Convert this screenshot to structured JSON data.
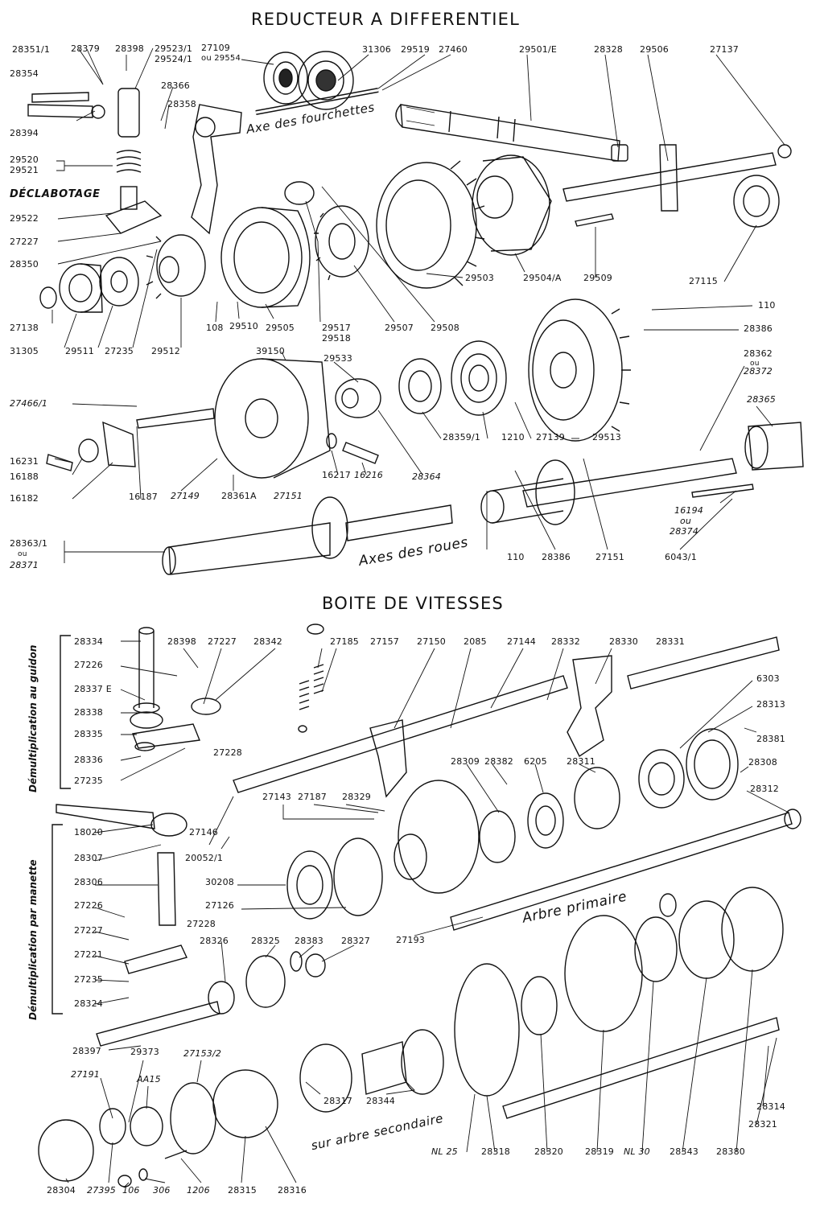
{
  "titles": {
    "differential": "REDUCTEUR A DIFFERENTIEL",
    "gearbox": "BOITE DE VITESSES"
  },
  "captions": {
    "fork_axis": "Axe des fourchettes",
    "declabotage": "DÉCLABOTAGE",
    "wheel_axes": "Axes des roues",
    "primary_shaft": "Arbre primaire",
    "secondary_shaft": "sur arbre secondaire",
    "handlebar_reduction": "Démultiplication au guidon",
    "lever_reduction": "Démultiplication par manette"
  },
  "labels": [
    {
      "id": "l1",
      "text": "28351/1"
    },
    {
      "id": "l2",
      "text": "28379"
    },
    {
      "id": "l3",
      "text": "28398"
    },
    {
      "id": "l4",
      "text": "29523/1"
    },
    {
      "id": "l5",
      "text": "29524/1"
    },
    {
      "id": "l6",
      "text": "27109"
    },
    {
      "id": "l7",
      "text": "ou 29554"
    },
    {
      "id": "l8",
      "text": "31306"
    },
    {
      "id": "l9",
      "text": "29519"
    },
    {
      "id": "l10",
      "text": "27460"
    },
    {
      "id": "l11",
      "text": "29501/E"
    },
    {
      "id": "l12",
      "text": "28328"
    },
    {
      "id": "l13",
      "text": "29506"
    },
    {
      "id": "l14",
      "text": "27137"
    },
    {
      "id": "l15",
      "text": "28354"
    },
    {
      "id": "l16",
      "text": "28366"
    },
    {
      "id": "l17",
      "text": "28358"
    },
    {
      "id": "l18",
      "text": "28394"
    },
    {
      "id": "l19",
      "text": "29520"
    },
    {
      "id": "l20",
      "text": "29521"
    },
    {
      "id": "l21",
      "text": "29522"
    },
    {
      "id": "l22",
      "text": "27227"
    },
    {
      "id": "l23",
      "text": "28350"
    },
    {
      "id": "l24",
      "text": "29503"
    },
    {
      "id": "l25",
      "text": "29504/A"
    },
    {
      "id": "l26",
      "text": "29509"
    },
    {
      "id": "l27",
      "text": "27115"
    },
    {
      "id": "l28",
      "text": "27138"
    },
    {
      "id": "l29",
      "text": "108"
    },
    {
      "id": "l30",
      "text": "29510"
    },
    {
      "id": "l31",
      "text": "29505"
    },
    {
      "id": "l32",
      "text": "29507"
    },
    {
      "id": "l33",
      "text": "29508"
    },
    {
      "id": "l34",
      "text": "110"
    },
    {
      "id": "l35",
      "text": "28386"
    },
    {
      "id": "l36",
      "text": "31305"
    },
    {
      "id": "l37",
      "text": "29511"
    },
    {
      "id": "l38",
      "text": "27235"
    },
    {
      "id": "l39",
      "text": "29512"
    },
    {
      "id": "l40",
      "text": "29517"
    },
    {
      "id": "l41",
      "text": "29518"
    },
    {
      "id": "l42",
      "text": "39150"
    },
    {
      "id": "l43",
      "text": "29533"
    },
    {
      "id": "l44",
      "text": "28362"
    },
    {
      "id": "l45",
      "text": "ou"
    },
    {
      "id": "l46",
      "text": "28372"
    },
    {
      "id": "l47",
      "text": "27466/1"
    },
    {
      "id": "l48",
      "text": "28365"
    },
    {
      "id": "l49",
      "text": "28359/1"
    },
    {
      "id": "l50",
      "text": "1210"
    },
    {
      "id": "l51",
      "text": "27139"
    },
    {
      "id": "l52",
      "text": "29513"
    },
    {
      "id": "l53",
      "text": "16231"
    },
    {
      "id": "l54",
      "text": "16217"
    },
    {
      "id": "l55",
      "text": "16216"
    },
    {
      "id": "l56",
      "text": "28364"
    },
    {
      "id": "l57",
      "text": "16188"
    },
    {
      "id": "l58",
      "text": "16182"
    },
    {
      "id": "l59",
      "text": "16187"
    },
    {
      "id": "l60",
      "text": "27149"
    },
    {
      "id": "l61",
      "text": "28361A"
    },
    {
      "id": "l62",
      "text": "27151"
    },
    {
      "id": "l63",
      "text": "16194"
    },
    {
      "id": "l64",
      "text": "ou"
    },
    {
      "id": "l65",
      "text": "28374"
    },
    {
      "id": "l66",
      "text": "28363/1"
    },
    {
      "id": "l67",
      "text": "ou"
    },
    {
      "id": "l68",
      "text": "28371"
    },
    {
      "id": "l69",
      "text": "110"
    },
    {
      "id": "l70",
      "text": "28386"
    },
    {
      "id": "l71",
      "text": "27151"
    },
    {
      "id": "l72",
      "text": "6043/1"
    },
    {
      "id": "l73",
      "text": "28334"
    },
    {
      "id": "l74",
      "text": "28398"
    },
    {
      "id": "l75",
      "text": "27227"
    },
    {
      "id": "l76",
      "text": "28342"
    },
    {
      "id": "l77",
      "text": "27185"
    },
    {
      "id": "l78",
      "text": "27157"
    },
    {
      "id": "l79",
      "text": "27150"
    },
    {
      "id": "l80",
      "text": "2085"
    },
    {
      "id": "l81",
      "text": "27144"
    },
    {
      "id": "l82",
      "text": "28332"
    },
    {
      "id": "l83",
      "text": "28330"
    },
    {
      "id": "l84",
      "text": "28331"
    },
    {
      "id": "l85",
      "text": "27226"
    },
    {
      "id": "l86",
      "text": "28337 E"
    },
    {
      "id": "l87",
      "text": "6303"
    },
    {
      "id": "l88",
      "text": "28338"
    },
    {
      "id": "l89",
      "text": "28313"
    },
    {
      "id": "l90",
      "text": "28335"
    },
    {
      "id": "l91",
      "text": "28381"
    },
    {
      "id": "l92",
      "text": "28336"
    },
    {
      "id": "l93",
      "text": "27228"
    },
    {
      "id": "l94",
      "text": "28309"
    },
    {
      "id": "l95",
      "text": "28382"
    },
    {
      "id": "l96",
      "text": "6205"
    },
    {
      "id": "l97",
      "text": "28311"
    },
    {
      "id": "l98",
      "text": "28308"
    },
    {
      "id": "l99",
      "text": "27235"
    },
    {
      "id": "l100",
      "text": "27143"
    },
    {
      "id": "l101",
      "text": "27187"
    },
    {
      "id": "l102",
      "text": "28329"
    },
    {
      "id": "l103",
      "text": "28312"
    },
    {
      "id": "l104",
      "text": "18020"
    },
    {
      "id": "l105",
      "text": "27146"
    },
    {
      "id": "l106",
      "text": "28307"
    },
    {
      "id": "l107",
      "text": "20052/1"
    },
    {
      "id": "l108",
      "text": "28306"
    },
    {
      "id": "l109",
      "text": "30208"
    },
    {
      "id": "l110",
      "text": "27226"
    },
    {
      "id": "l111",
      "text": "27126"
    },
    {
      "id": "l112",
      "text": "27228"
    },
    {
      "id": "l113",
      "text": "27193"
    },
    {
      "id": "l114",
      "text": "27227"
    },
    {
      "id": "l115",
      "text": "28326"
    },
    {
      "id": "l116",
      "text": "28325"
    },
    {
      "id": "l117",
      "text": "28383"
    },
    {
      "id": "l118",
      "text": "28327"
    },
    {
      "id": "l119",
      "text": "27221"
    },
    {
      "id": "l120",
      "text": "27235"
    },
    {
      "id": "l121",
      "text": "28324"
    },
    {
      "id": "l122",
      "text": "28397"
    },
    {
      "id": "l123",
      "text": "29373"
    },
    {
      "id": "l124",
      "text": "27153/2"
    },
    {
      "id": "l125",
      "text": "27191"
    },
    {
      "id": "l126",
      "text": "AA15"
    },
    {
      "id": "l127",
      "text": "28317"
    },
    {
      "id": "l128",
      "text": "28344"
    },
    {
      "id": "l129",
      "text": "28314"
    },
    {
      "id": "l130",
      "text": "28321"
    },
    {
      "id": "l131",
      "text": "NL 25"
    },
    {
      "id": "l132",
      "text": "28318"
    },
    {
      "id": "l133",
      "text": "28320"
    },
    {
      "id": "l134",
      "text": "28319"
    },
    {
      "id": "l135",
      "text": "NL 30"
    },
    {
      "id": "l136",
      "text": "28343"
    },
    {
      "id": "l137",
      "text": "28380"
    },
    {
      "id": "l138",
      "text": "28304"
    },
    {
      "id": "l139",
      "text": "27395"
    },
    {
      "id": "l140",
      "text": "106"
    },
    {
      "id": "l141",
      "text": "306"
    },
    {
      "id": "l142",
      "text": "1206"
    },
    {
      "id": "l143",
      "text": "28315"
    },
    {
      "id": "l144",
      "text": "28316"
    }
  ]
}
